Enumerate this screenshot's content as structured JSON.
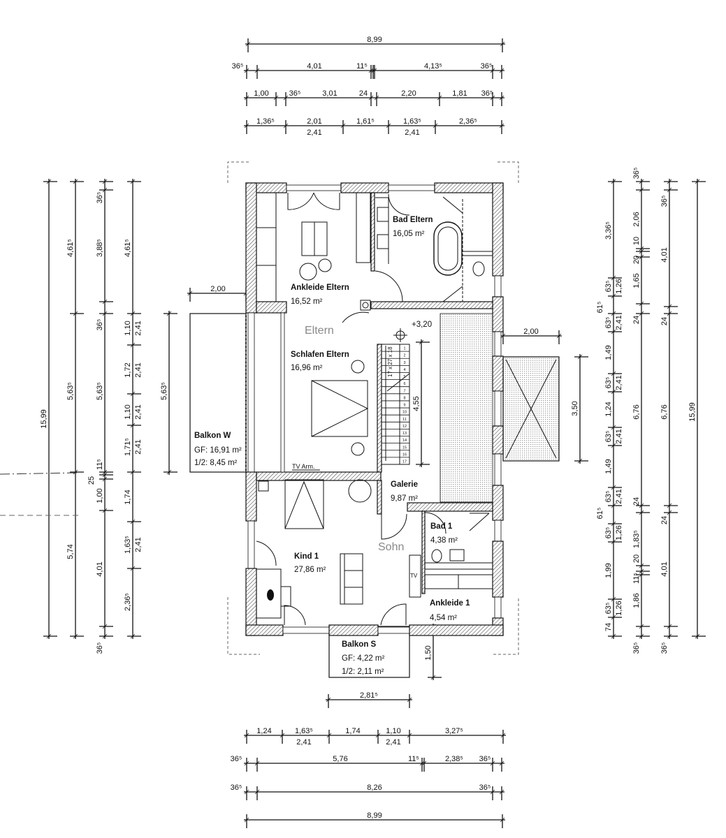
{
  "plan": {
    "zones": {
      "eltern": "Eltern",
      "sohn": "Sohn"
    },
    "level": "+3,20",
    "rooms": [
      {
        "name": "Bad Eltern",
        "area": "16,05 m²"
      },
      {
        "name": "Ankleide Eltern",
        "area": "16,52 m²"
      },
      {
        "name": "Schlafen Eltern",
        "area": "16,96 m²"
      },
      {
        "name": "Galerie",
        "area": "9,87 m²"
      },
      {
        "name": "Bad 1",
        "area": "4,38 m²"
      },
      {
        "name": "Kind 1",
        "area": "27,86 m²"
      },
      {
        "name": "Ankleide 1",
        "area": "4,54 m²"
      }
    ],
    "balconies": [
      {
        "name": "Balkon W",
        "gf": "GF: 16,91 m²",
        "half": "1/2: 8,45 m²"
      },
      {
        "name": "Balkon S",
        "gf": "GF: 4,22 m²",
        "half": "1/2: 2,11 m²"
      }
    ],
    "annotations": {
      "tv_arm": "TV Arm.",
      "tv": "TV",
      "stair": "17 x 27 x 18"
    },
    "stair_steps": [
      "1",
      "2",
      "3",
      "4",
      "5",
      "6",
      "7",
      "8",
      "9",
      "10",
      "11",
      "12",
      "13",
      "14",
      "15",
      "16",
      "17"
    ]
  },
  "dimensions": {
    "top": [
      [
        "8,99"
      ],
      [
        "36⁵",
        "4,01",
        "11⁵",
        "4,13⁵",
        "36⁵"
      ],
      [
        "1,00",
        "36⁵",
        "3,01",
        "24",
        "2,20",
        "1,81",
        "36⁵"
      ],
      [
        "1,36⁵",
        "2,01",
        "2,41",
        "1,61⁵",
        "1,63⁵",
        "2,41",
        "2,36⁵"
      ]
    ],
    "bottom": [
      [
        "2,81⁵"
      ],
      [
        "1,24",
        "1,63⁵",
        "2,41",
        "1,74",
        "1,10",
        "2,41",
        "3,27⁵"
      ],
      [
        "36⁵",
        "5,76",
        "11⁵",
        "2,38⁵",
        "36⁵"
      ],
      [
        "36⁵",
        "8,26",
        "36⁵"
      ],
      [
        "8,99"
      ]
    ],
    "left": [
      [
        "15,99"
      ],
      [
        "4,61⁵",
        "5,63⁵",
        "5,74"
      ],
      [
        "36⁵",
        "3,88⁵",
        "36⁵",
        "5,63⁵",
        "11⁵",
        "25",
        "1,00",
        "4,01",
        "36⁵"
      ],
      [
        "4,61⁵",
        "1,10",
        "2,41",
        "1,72",
        "2,41",
        "1,10",
        "2,41",
        "1,71⁵",
        "2,41",
        "1,74",
        "1,63⁵",
        "2,41",
        "2,36⁵"
      ],
      [
        "5,63⁵"
      ]
    ],
    "right": [
      [
        "3,36⁵",
        "63⁵",
        "1,26",
        "61⁵",
        "63⁵",
        "2,41",
        "1,49",
        "63⁵",
        "2,41",
        "1,24",
        "63⁵",
        "2,41",
        "1,49",
        "63⁵",
        "2,41",
        "61⁵",
        "63⁵",
        "1,26",
        "1,99",
        "63⁵",
        "1,26",
        "74"
      ],
      [
        "36⁵",
        "2,06",
        "10",
        "20",
        "1,65",
        "24",
        "6,76",
        "24",
        "1,83⁵",
        "20",
        "11⁵",
        "1,86",
        "36⁵"
      ],
      [
        "36⁵",
        "4,01",
        "24",
        "6,76",
        "24",
        "4,01",
        "36⁵"
      ],
      [
        "15,99"
      ]
    ],
    "extra": [
      [
        "2,00"
      ],
      [
        "2,00"
      ],
      [
        "3,50"
      ],
      [
        "1,50"
      ],
      [
        "4,55"
      ]
    ]
  }
}
